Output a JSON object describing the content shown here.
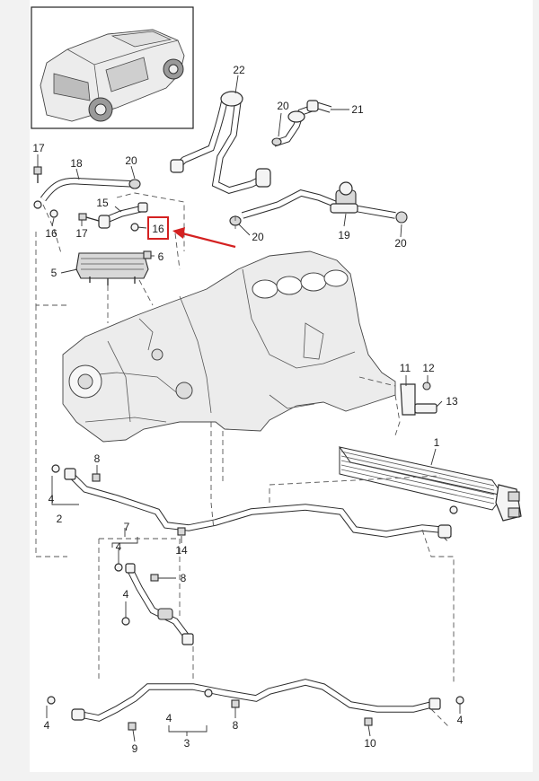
{
  "callouts": [
    {
      "id": "c22",
      "text": "22"
    },
    {
      "id": "c20a",
      "text": "20"
    },
    {
      "id": "c21",
      "text": "21"
    },
    {
      "id": "c17a",
      "text": "17"
    },
    {
      "id": "c18",
      "text": "18"
    },
    {
      "id": "c20b",
      "text": "20"
    },
    {
      "id": "c15",
      "text": "15"
    },
    {
      "id": "c16a",
      "text": "16"
    },
    {
      "id": "c17b",
      "text": "17"
    },
    {
      "id": "c16b",
      "text": "16"
    },
    {
      "id": "c6",
      "text": "6"
    },
    {
      "id": "c5",
      "text": "5"
    },
    {
      "id": "c20c",
      "text": "20"
    },
    {
      "id": "c19",
      "text": "19"
    },
    {
      "id": "c20d",
      "text": "20"
    },
    {
      "id": "c11",
      "text": "11"
    },
    {
      "id": "c12",
      "text": "12"
    },
    {
      "id": "c13",
      "text": "13"
    },
    {
      "id": "c1",
      "text": "1"
    },
    {
      "id": "c8a",
      "text": "8"
    },
    {
      "id": "c4a",
      "text": "4"
    },
    {
      "id": "c2",
      "text": "2"
    },
    {
      "id": "c7",
      "text": "7"
    },
    {
      "id": "c14",
      "text": "14"
    },
    {
      "id": "c4b",
      "text": "4"
    },
    {
      "id": "c8b",
      "text": "8"
    },
    {
      "id": "c4c",
      "text": "4"
    },
    {
      "id": "c4d",
      "text": "4"
    },
    {
      "id": "c8c",
      "text": "8"
    },
    {
      "id": "c4e",
      "text": "4"
    },
    {
      "id": "c3",
      "text": "3"
    },
    {
      "id": "c9",
      "text": "9"
    },
    {
      "id": "c10",
      "text": "10"
    },
    {
      "id": "c4f",
      "text": "4"
    }
  ],
  "highlight": {
    "part": "16",
    "color": "#d42121"
  },
  "colors": {
    "line": "#2b2b2b",
    "background": "#ffffff",
    "highlight": "#d42121"
  }
}
